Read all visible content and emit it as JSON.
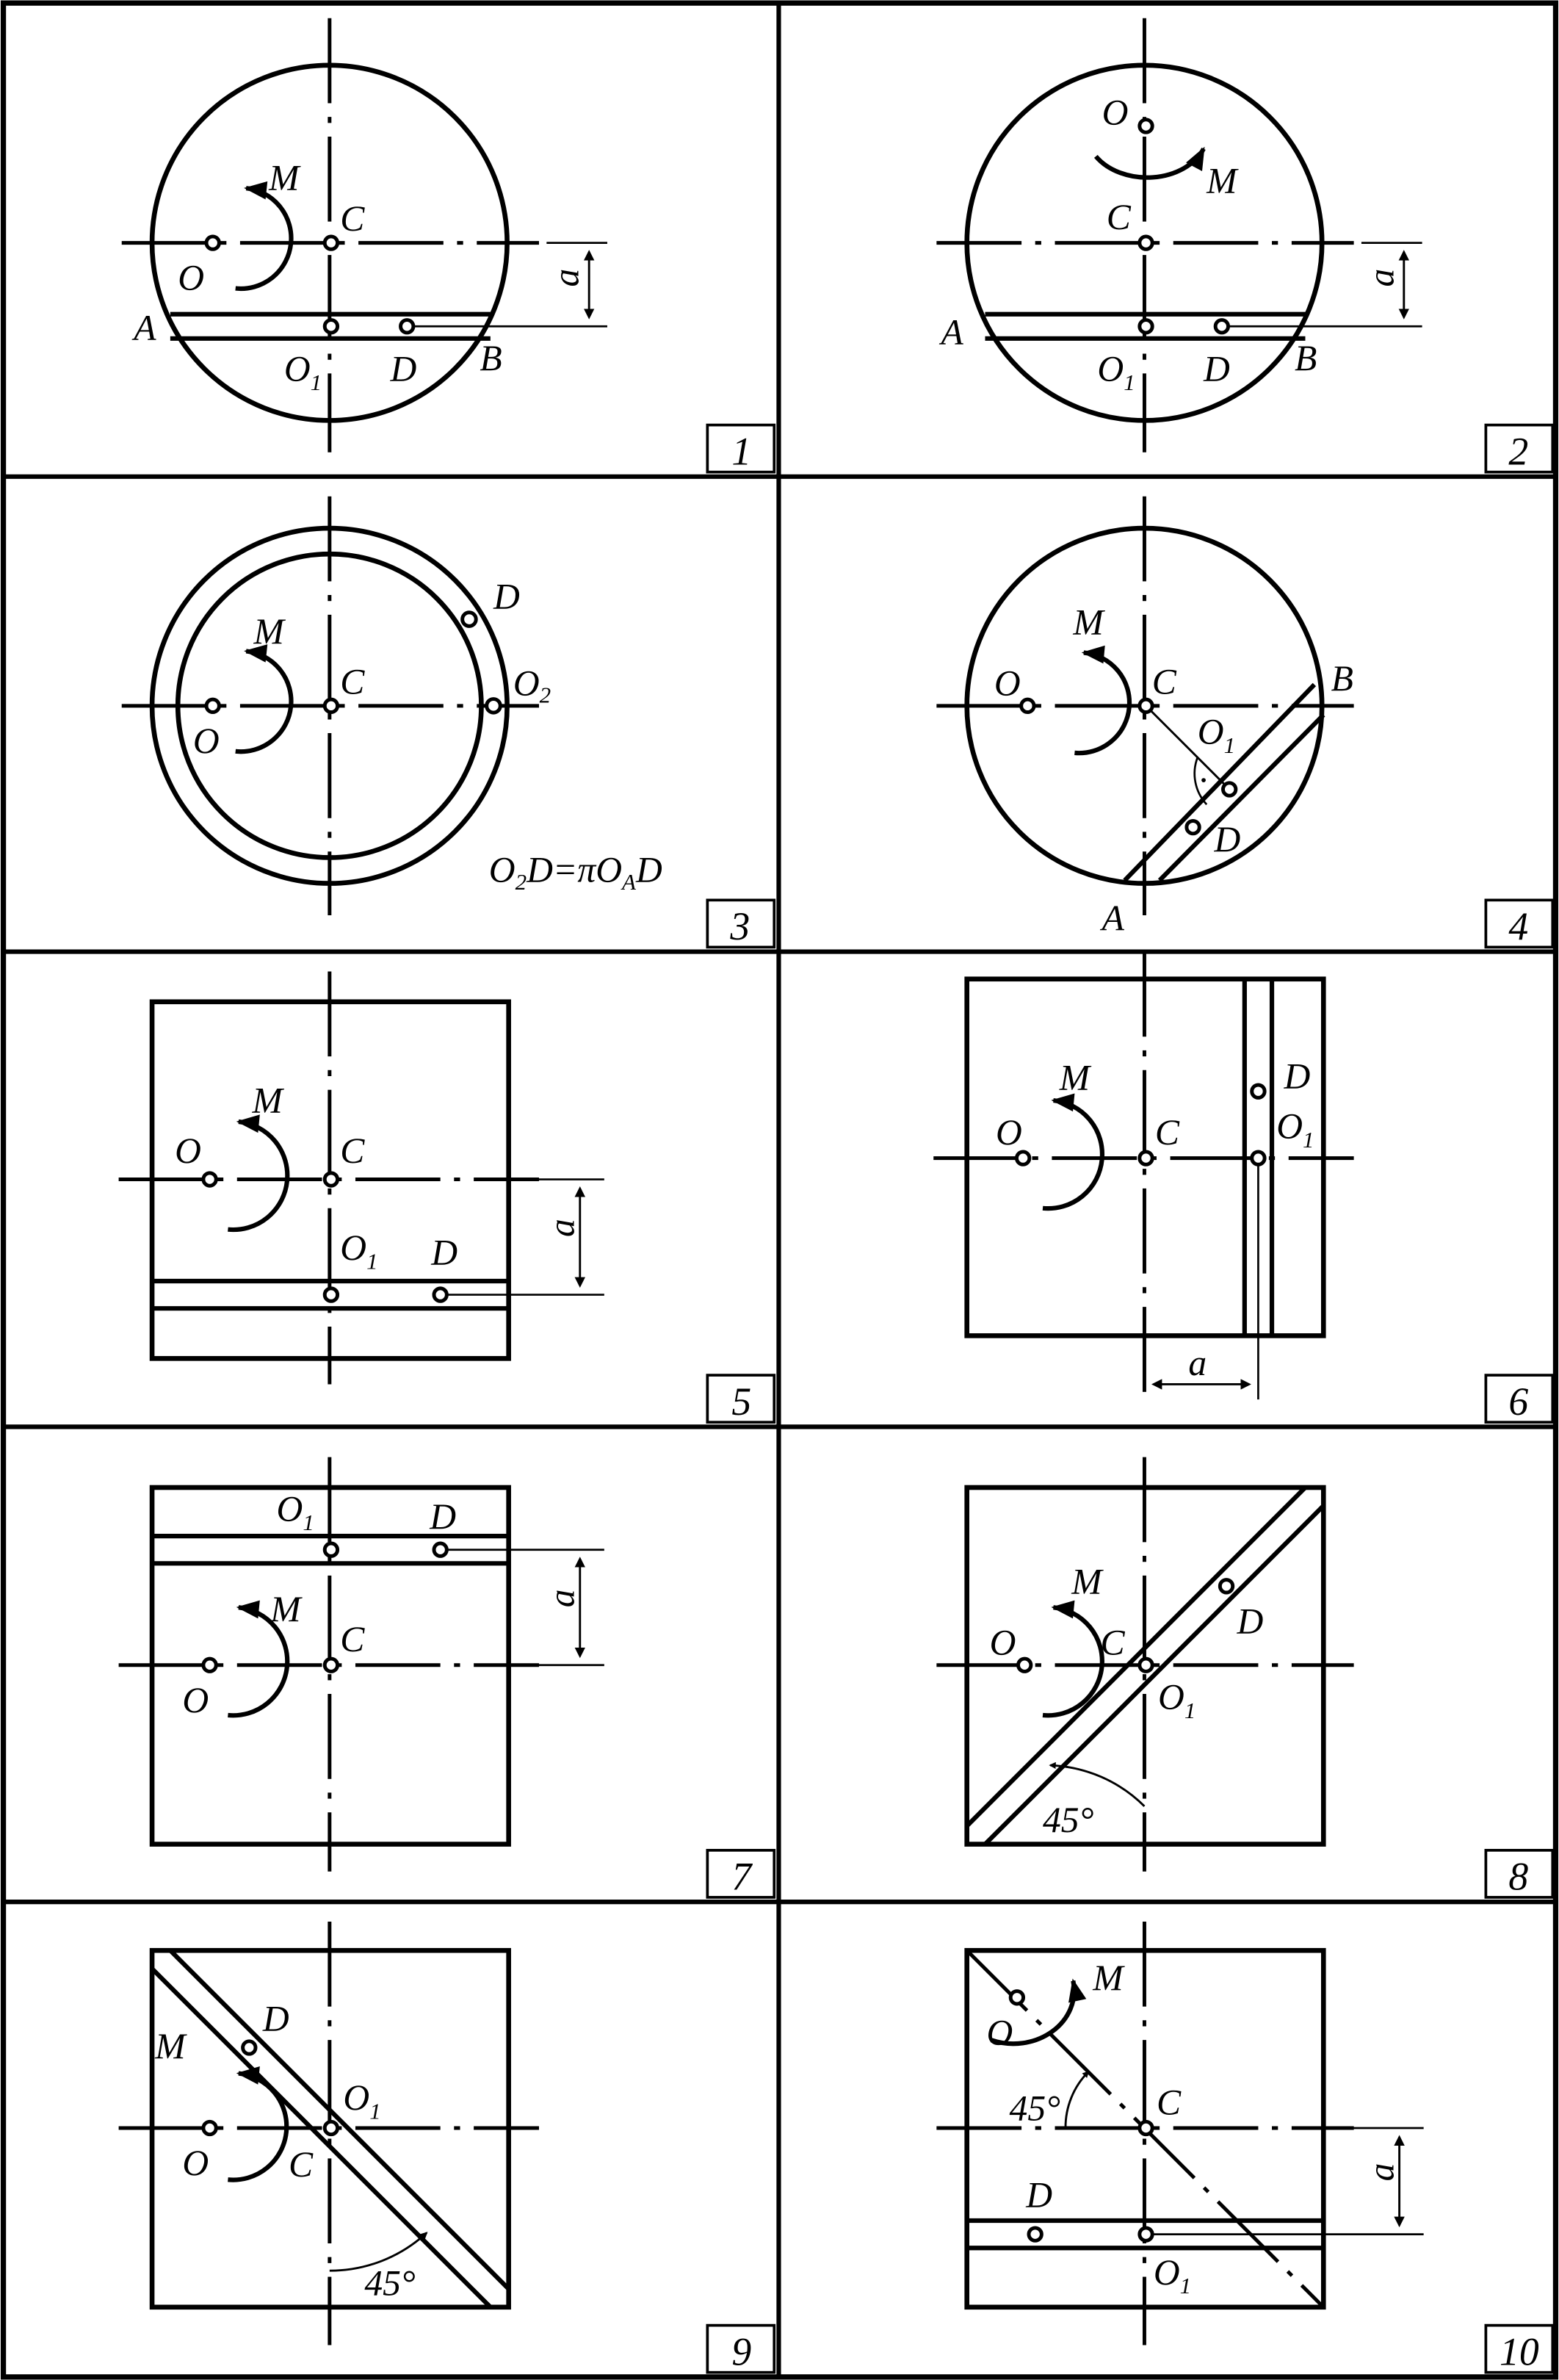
{
  "panels": [
    {
      "number": "1",
      "labels": {
        "O": "O",
        "M": "M",
        "C": "C",
        "A": "A",
        "B": "B",
        "D": "D",
        "O1": "O",
        "O1_sub": "1",
        "a": "a"
      }
    },
    {
      "number": "2",
      "labels": {
        "O": "O",
        "M": "M",
        "C": "C",
        "A": "A",
        "B": "B",
        "D": "D",
        "O1": "O",
        "O1_sub": "1",
        "a": "a"
      }
    },
    {
      "number": "3",
      "labels": {
        "O": "O",
        "M": "M",
        "C": "C",
        "D": "D",
        "O2": "O",
        "O2_sub": "2"
      },
      "formula": {
        "p1": "O",
        "s1": "2",
        "p2": "D=πO",
        "s2": "A",
        "p3": "D"
      }
    },
    {
      "number": "4",
      "labels": {
        "O": "O",
        "M": "M",
        "C": "C",
        "A": "A",
        "B": "B",
        "D": "D",
        "O1": "O",
        "O1_sub": "1"
      }
    },
    {
      "number": "5",
      "labels": {
        "O": "O",
        "M": "M",
        "C": "C",
        "D": "D",
        "O1": "O",
        "O1_sub": "1",
        "a": "a"
      }
    },
    {
      "number": "6",
      "labels": {
        "O": "O",
        "M": "M",
        "C": "C",
        "D": "D",
        "O1": "O",
        "O1_sub": "1",
        "a": "a"
      }
    },
    {
      "number": "7",
      "labels": {
        "O": "O",
        "M": "M",
        "C": "C",
        "D": "D",
        "O1": "O",
        "O1_sub": "1",
        "a": "a"
      }
    },
    {
      "number": "8",
      "labels": {
        "O": "O",
        "M": "M",
        "C": "C",
        "D": "D",
        "O1": "O",
        "O1_sub": "1",
        "angle": "45°"
      }
    },
    {
      "number": "9",
      "labels": {
        "O": "O",
        "M": "M",
        "C": "C",
        "D": "D",
        "O1": "O",
        "O1_sub": "1",
        "angle": "45°"
      }
    },
    {
      "number": "10",
      "labels": {
        "O": "O",
        "M": "M",
        "C": "C",
        "D": "D",
        "O1": "O",
        "O1_sub": "1",
        "a": "a",
        "angle": "45°"
      }
    }
  ]
}
